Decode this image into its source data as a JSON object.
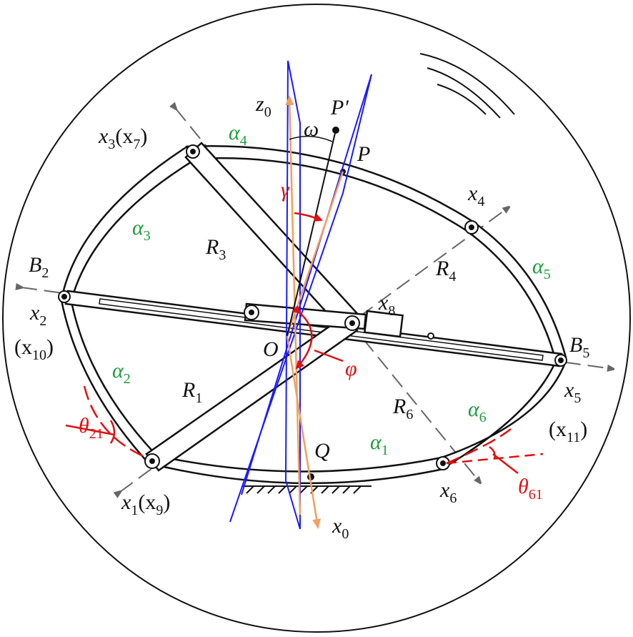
{
  "colors": {
    "outline": "#111111",
    "axis_gray": "#666666",
    "blue": "#1a1aff",
    "orange": "#f0a060",
    "red": "#e01010",
    "green": "#1a9e3a"
  },
  "labels": {
    "z0": {
      "main": "z",
      "sub": "0"
    },
    "p_prime": {
      "main": "P′"
    },
    "omega": {
      "main": "ω"
    },
    "p": {
      "main": "P"
    },
    "alpha4": {
      "main": "α",
      "sub": "4"
    },
    "x3x7": {
      "main": "x",
      "sub": "3",
      "paren": "(x",
      "psub": "7",
      "close": ")"
    },
    "gamma": {
      "main": "γ"
    },
    "x4": {
      "main": "x",
      "sub": "4"
    },
    "alpha3": {
      "main": "α",
      "sub": "3"
    },
    "r3": {
      "main": "R",
      "sub": "3"
    },
    "r4": {
      "main": "R",
      "sub": "4"
    },
    "alpha5": {
      "main": "α",
      "sub": "5"
    },
    "b2": {
      "main": "B",
      "sub": "2"
    },
    "x2": {
      "main": "x",
      "sub": "2"
    },
    "x10": {
      "main": "(x",
      "sub": "10",
      "close": ")"
    },
    "x8": {
      "main": "x",
      "sub": "8"
    },
    "o": {
      "main": "O"
    },
    "b5": {
      "main": "B",
      "sub": "5"
    },
    "phi": {
      "main": "φ"
    },
    "alpha2": {
      "main": "α",
      "sub": "2"
    },
    "r1": {
      "main": "R",
      "sub": "1"
    },
    "r6": {
      "main": "R",
      "sub": "6"
    },
    "x5": {
      "main": "x",
      "sub": "5"
    },
    "alpha6": {
      "main": "α",
      "sub": "6"
    },
    "x11": {
      "main": "(x",
      "sub": "11",
      "close": ")"
    },
    "theta21": {
      "main": "θ",
      "sub": "21"
    },
    "q": {
      "main": "Q"
    },
    "alpha1": {
      "main": "α",
      "sub": "1"
    },
    "theta61": {
      "main": "θ",
      "sub": "61"
    },
    "x1x9": {
      "main": "x",
      "sub": "1",
      "paren": "(x",
      "psub": "9",
      "close": ")"
    },
    "x6": {
      "main": "x",
      "sub": "6"
    },
    "x0": {
      "main": "x",
      "sub": "0"
    }
  }
}
